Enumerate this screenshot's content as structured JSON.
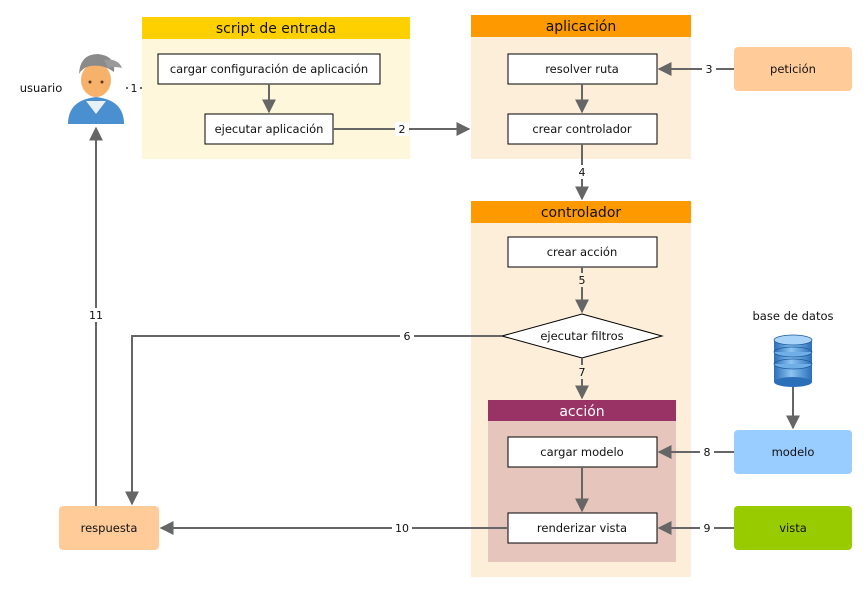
{
  "user": {
    "label": "usuario"
  },
  "groups": {
    "script": {
      "title": "script de entrada",
      "header_color": "#FFD000",
      "body_color": "#FFF7DB"
    },
    "aplicacion": {
      "title": "aplicación",
      "header_color": "#FF9900",
      "body_color": "#FDEEDA"
    },
    "controlador": {
      "title": "controlador",
      "header_color": "#FF9900",
      "body_color": "#FDEEDA"
    },
    "accion": {
      "title": "acción",
      "header_color": "#993366",
      "body_color": "#E6C6BC"
    }
  },
  "nodes": {
    "cargar_config": "cargar configuración de aplicación",
    "ejecutar_app": "ejecutar aplicación",
    "resolver_ruta": "resolver ruta",
    "crear_controlador": "crear controlador",
    "crear_accion": "crear acción",
    "ejecutar_filtros": "ejecutar filtros",
    "cargar_modelo": "cargar modelo",
    "renderizar_vista": "renderizar vista"
  },
  "external": {
    "peticion": {
      "label": "petición",
      "color": "#FFCC99"
    },
    "modelo": {
      "label": "modelo",
      "color": "#99CCFF"
    },
    "vista": {
      "label": "vista",
      "color": "#99CC00"
    },
    "respuesta": {
      "label": "respuesta",
      "color": "#FFCC99"
    },
    "base_datos": {
      "label": "base de datos"
    }
  },
  "steps": [
    "1",
    "2",
    "3",
    "4",
    "5",
    "6",
    "7",
    "8",
    "9",
    "10",
    "11"
  ],
  "colors": {
    "arrow": "#666666",
    "box_border": "#000000"
  }
}
